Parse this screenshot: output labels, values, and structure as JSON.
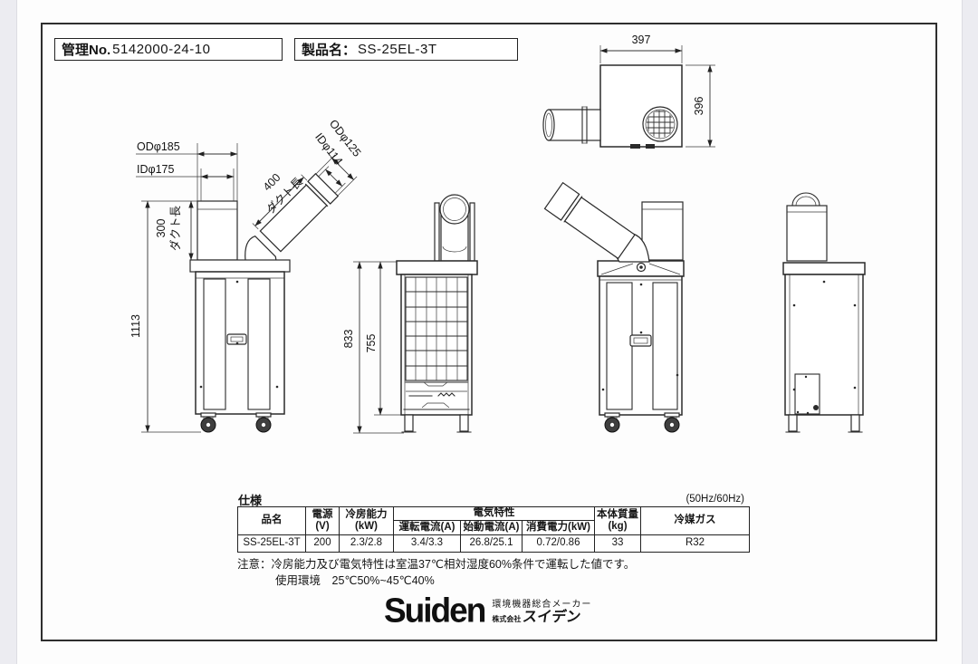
{
  "title_bar": {
    "management_label": "管理No.",
    "management_number": "5142000-24-10",
    "product_label": "製品名：",
    "product_value": "SS-25EL-3T"
  },
  "drawing": {
    "dims": {
      "top_width": "397",
      "top_depth": "396",
      "outlet_od": "ODφ185",
      "outlet_id": "IDφ175",
      "duct_diag_od": "ODφ125",
      "duct_diag_id": "IDφ114",
      "duct_len_value": "400",
      "duct_len_label": "ダクト長",
      "duct_vert_value": "300",
      "duct_vert_label": "ダクト長",
      "overall_height": "1113",
      "height_outer": "833",
      "height_inner": "755"
    }
  },
  "spec": {
    "section_label": "仕様",
    "frequency_note": "(50Hz/60Hz)",
    "headers": {
      "model": "品名",
      "power": "電源",
      "power_unit": "(V)",
      "cooling": "冷房能力",
      "cooling_unit": "(kW)",
      "electrical": "電気特性",
      "run_current": "運転電流(A)",
      "start_current": "始動電流(A)",
      "consumption": "消費電力(kW)",
      "weight": "本体質量",
      "weight_unit": "(kg)",
      "refrigerant": "冷媒ガス"
    },
    "row": {
      "model": "SS-25EL-3T",
      "power": "200",
      "cooling": "2.3/2.8",
      "run_current": "3.4/3.3",
      "start_current": "26.8/25.1",
      "consumption": "0.72/0.86",
      "weight": "33",
      "refrigerant": "R32"
    },
    "note1": "注意：冷房能力及び電気特性は室温37℃相対湿度60%条件で運転した値です。",
    "note2": "使用環境　25℃50%~45℃40%"
  },
  "logo": {
    "brand": "Suiden",
    "tagline": "環境機器総合メーカー",
    "company_prefix": "株式会社",
    "company_name": "スイデン"
  },
  "colors": {
    "line": "#2b2b2b",
    "paper": "#fdfdfd",
    "edge_strip": "#ececf1"
  }
}
